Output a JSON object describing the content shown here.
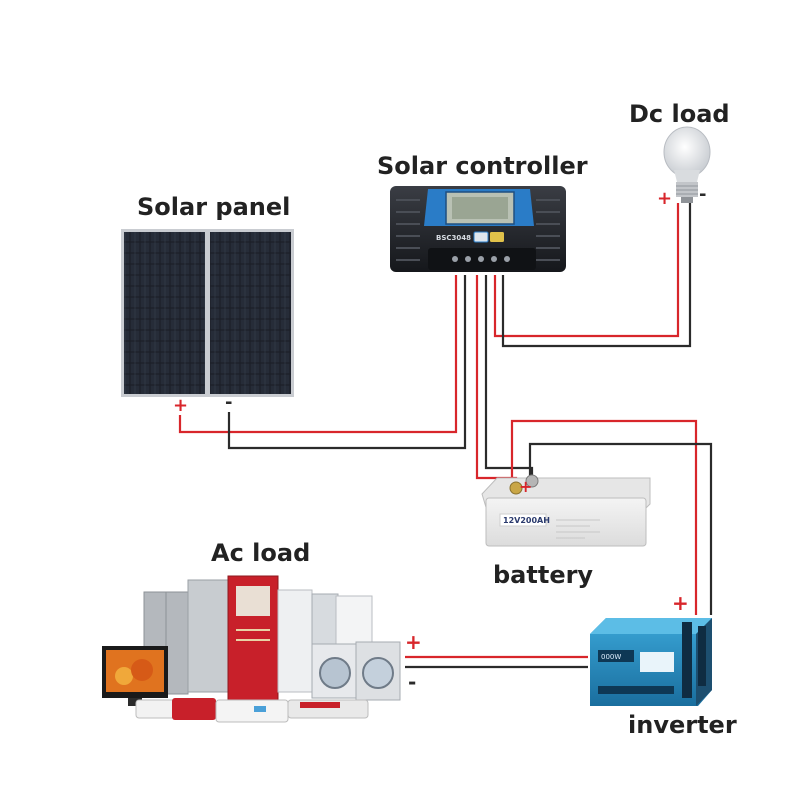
{
  "labels": {
    "solar_panel": "Solar panel",
    "solar_controller": "Solar controller",
    "dc_load": "Dc load",
    "battery": "battery",
    "ac_load": "Ac load",
    "inverter": "inverter"
  },
  "device_text": {
    "controller_model": "BSC3048",
    "battery_model": "12V200AH",
    "inverter_badge": "000W"
  },
  "signs": {
    "plus": "+",
    "minus": "-"
  },
  "colors": {
    "positive_wire": "#d8262b",
    "negative_wire": "#2b2b2b",
    "panel_cell": "#1b1f27",
    "controller_accent": "#2a7cc7",
    "inverter_body": "#2690c8"
  }
}
